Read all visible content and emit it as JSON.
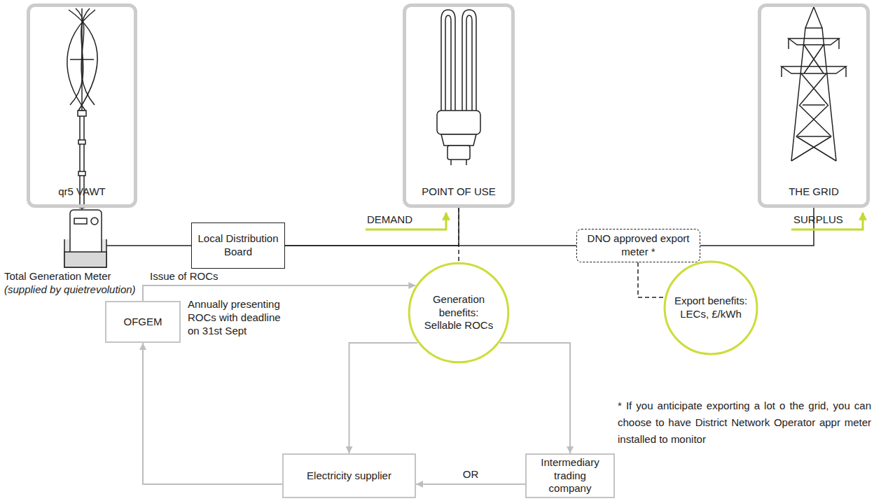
{
  "diagram": {
    "nodes": [
      {
        "text": [
          "qr5 VAWT"
        ]
      },
      {
        "text": [
          "POINT OF USE"
        ]
      },
      {
        "text": [
          "THE GRID"
        ]
      },
      {
        "text": [
          "Local Distribution Board"
        ]
      },
      {
        "text": [
          "DNO approved export meter *"
        ]
      },
      {
        "text": [
          "Generation benefits: Sellable ROCs"
        ]
      },
      {
        "text": [
          "Export benefits: LECs, £/kWh"
        ]
      },
      {
        "text": [
          "OFGEM"
        ]
      },
      {
        "text": [
          "Electricity supplier"
        ]
      },
      {
        "text": [
          "Intermediary trading company"
        ]
      }
    ],
    "edges": [
      {
        "from": 0,
        "to": 3,
        "arrow": "none"
      },
      {
        "from": 3,
        "to": 4,
        "arrow": "none"
      },
      {
        "from": 3,
        "to": 1,
        "arrow": "none"
      },
      {
        "from": 4,
        "to": 2,
        "arrow": "none"
      },
      {
        "from": 1,
        "to": 5,
        "arrow": "none"
      },
      {
        "from": 4,
        "to": 6,
        "arrow": "none"
      },
      {
        "from": 7,
        "to": 5,
        "arrow": "to"
      },
      {
        "from": 5,
        "to": 8,
        "arrow": "to"
      },
      {
        "from": 5,
        "to": 9,
        "arrow": "to"
      },
      {
        "from": 9,
        "to": 8,
        "label": "OR",
        "arrow": "to"
      },
      {
        "from": 8,
        "to": 7,
        "arrow": "to"
      }
    ],
    "labels": [
      "Total Generation Meter",
      "(supplied by quietrevolution)",
      "DEMAND",
      "SURPLUS",
      "Issue of ROCs",
      "Annually presenting ROCs with deadline on 31st Sept",
      "* If you anticipate exporting a lot o the grid, you can choose to have District Network Operator appr meter installed to monitor"
    ]
  }
}
